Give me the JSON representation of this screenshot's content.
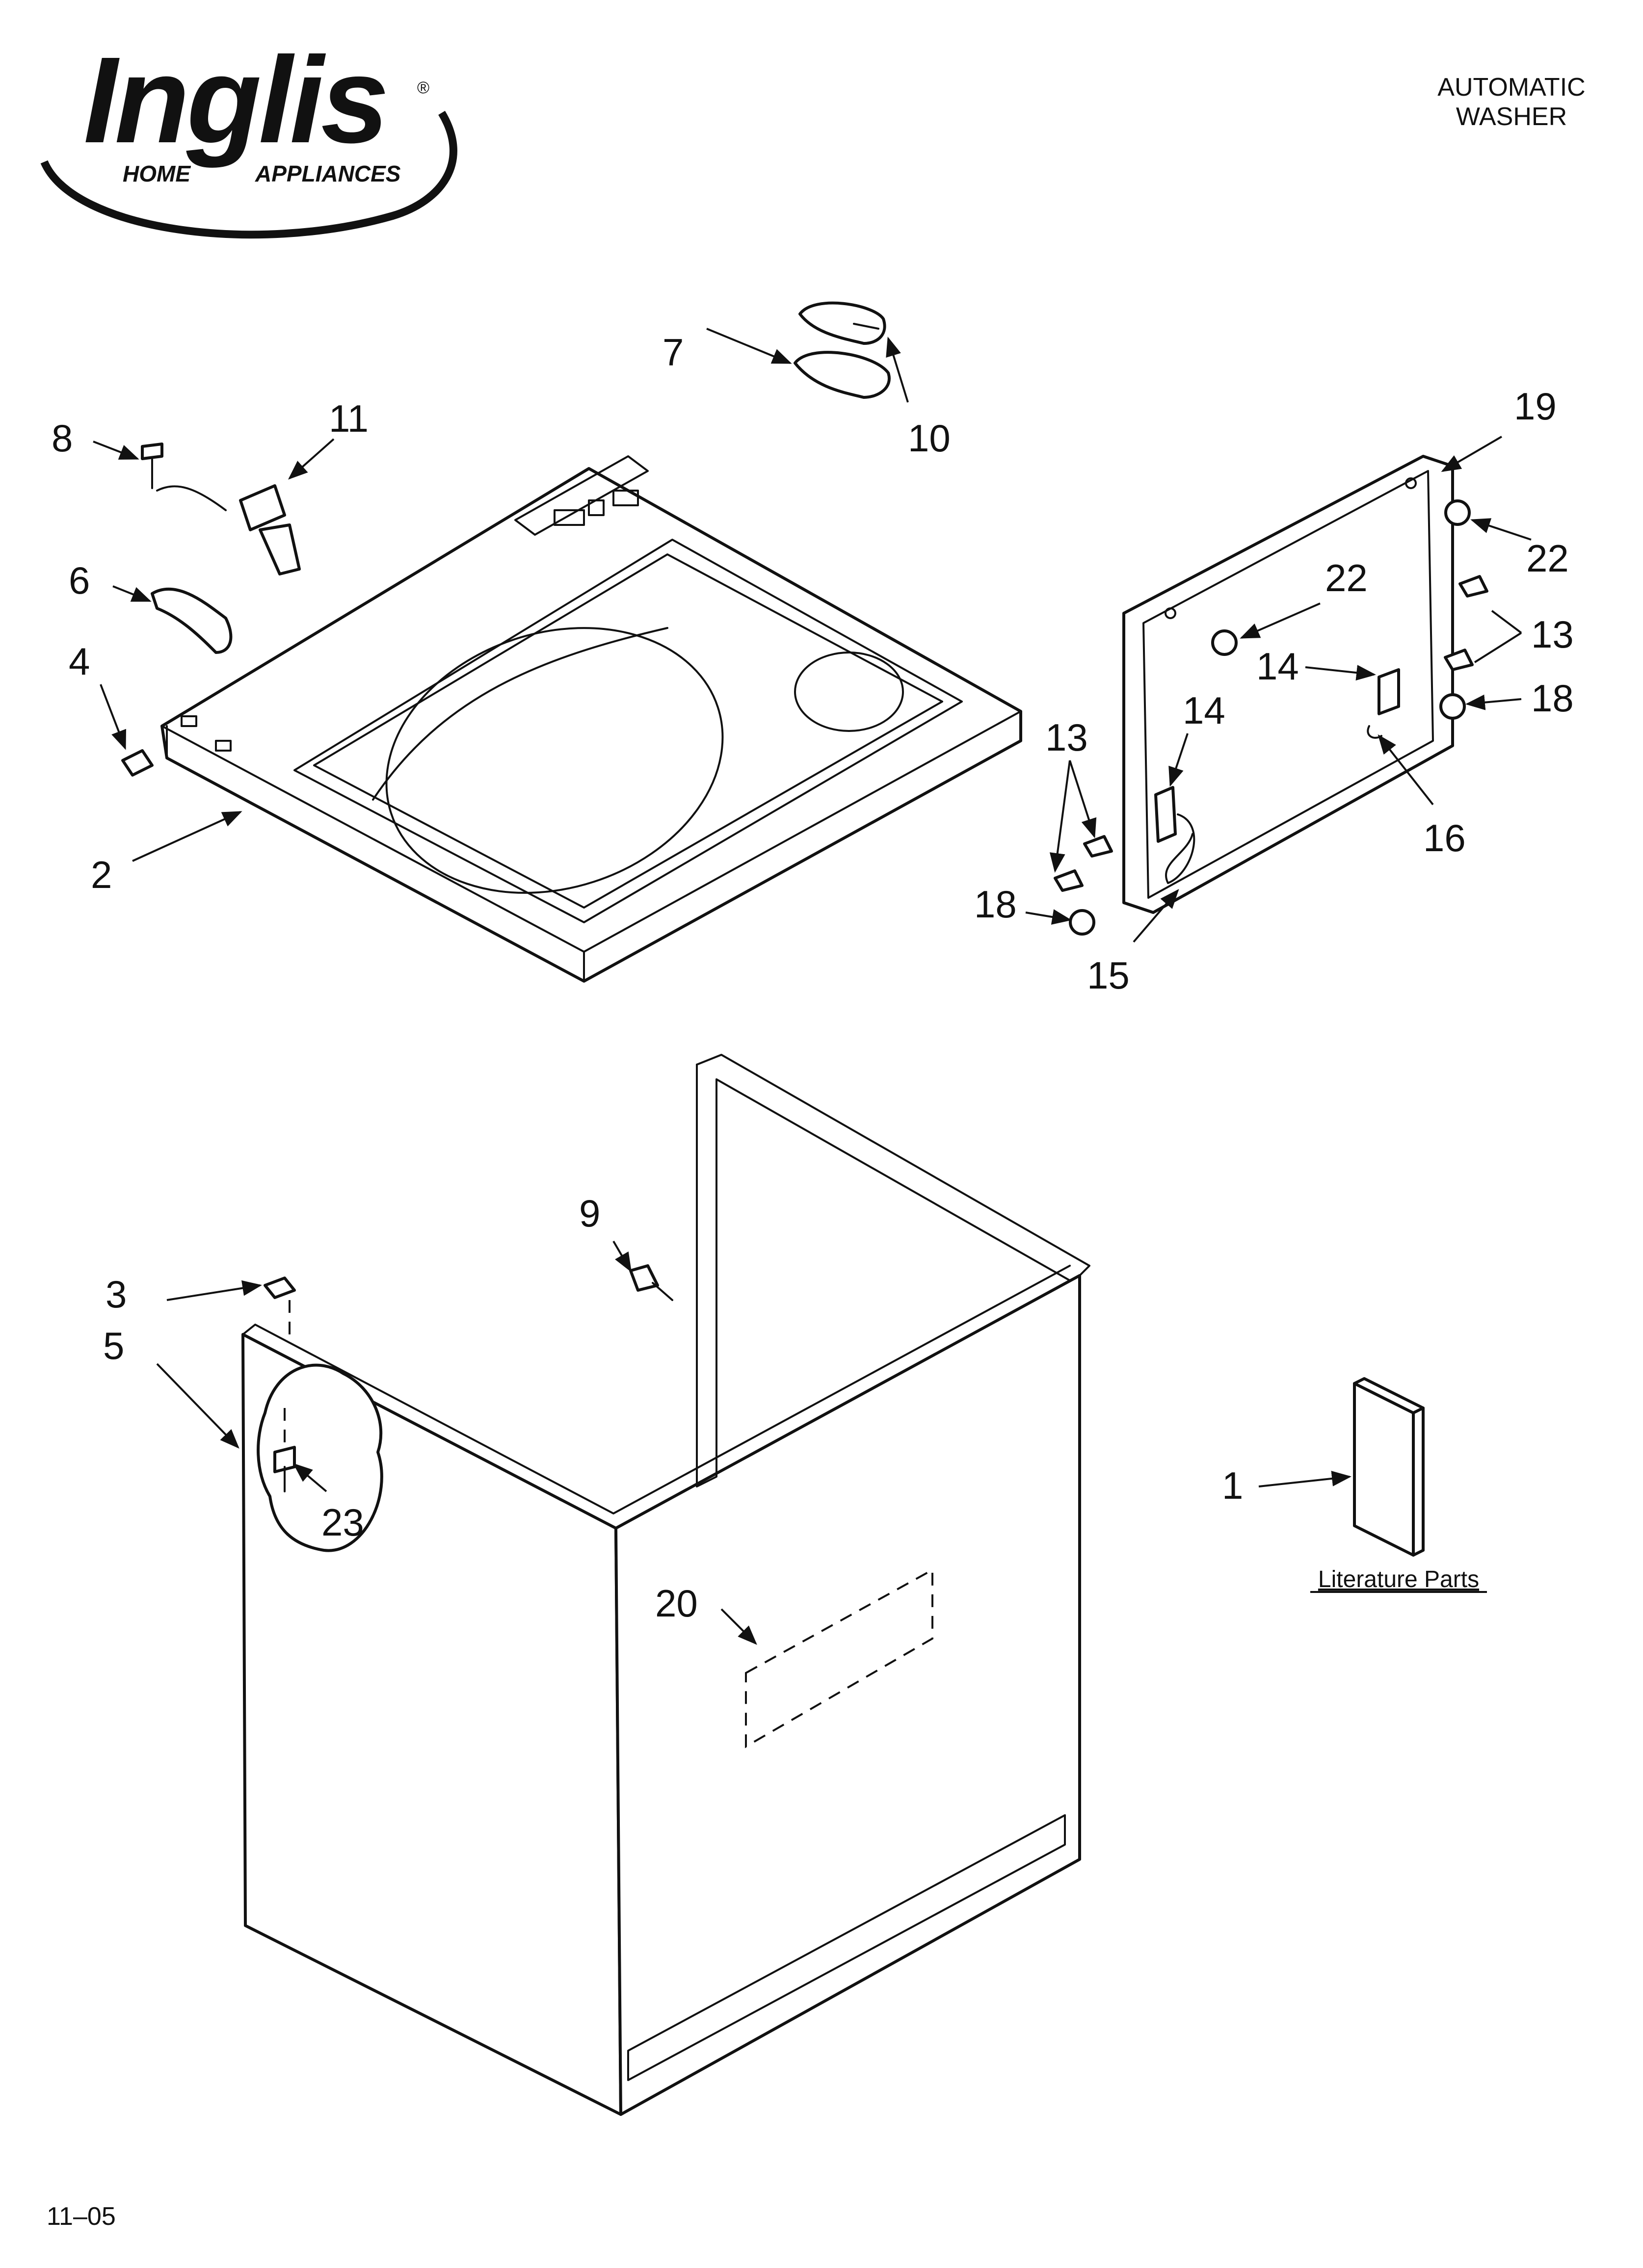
{
  "header": {
    "brand": "Inglis",
    "brand_sub_left": "HOME",
    "brand_sub_right": "APPLIANCES",
    "registered": "®",
    "title_line1": "AUTOMATIC",
    "title_line2": "WASHER"
  },
  "callouts": {
    "c1": "1",
    "c2": "2",
    "c3": "3",
    "c4": "4",
    "c5": "5",
    "c6": "6",
    "c7": "7",
    "c8": "8",
    "c9": "9",
    "c10": "10",
    "c11": "11",
    "c13a": "13",
    "c13b": "13",
    "c14a": "14",
    "c14b": "14",
    "c15": "15",
    "c16": "16",
    "c18a": "18",
    "c18b": "18",
    "c19": "19",
    "c20": "20",
    "c22a": "22",
    "c22b": "22",
    "c23": "23"
  },
  "literature_label": "Literature Parts",
  "footer": {
    "date_code": "11–05"
  },
  "colors": {
    "ink": "#111111",
    "paper": "#ffffff"
  }
}
